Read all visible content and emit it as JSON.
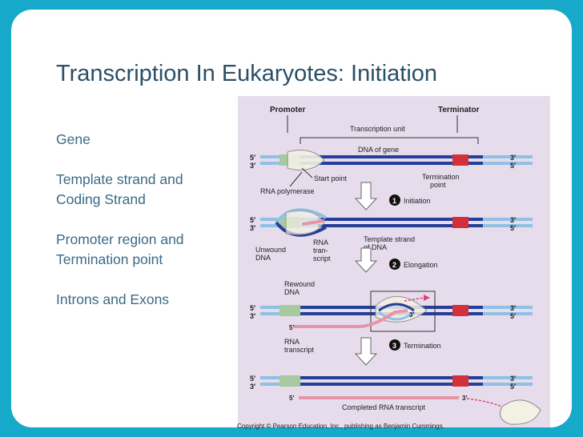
{
  "slide": {
    "title": "Transcription In Eukaryotes: Initiation",
    "bullets": [
      "Gene",
      "Template strand and",
      "Coding Strand",
      "Promoter region and",
      "Termination point",
      "Introns and Exons"
    ]
  },
  "figure": {
    "labels": {
      "promoter": "Promoter",
      "terminator": "Terminator",
      "transcription_unit": "Transcription unit",
      "dna_of_gene": "DNA of gene",
      "start_point": "Start point",
      "termination_point_1": "Termination",
      "termination_point_2": "point",
      "rna_polymerase": "RNA polymerase",
      "template_strand_1": "Template strand",
      "template_strand_2": "of DNA",
      "unwound_1": "Unwound",
      "unwound_2": "DNA",
      "rna_transcript_a1": "RNA",
      "rna_transcript_a2": "tran-",
      "rna_transcript_a3": "script",
      "rewound_1": "Rewound",
      "rewound_2": "DNA",
      "rna_label_1": "RNA",
      "rna_label_2": "transcript",
      "completed": "Completed RNA transcript",
      "five_prime": "5′",
      "three_prime": "3′"
    },
    "steps": [
      {
        "num": "1",
        "label": "Initiation"
      },
      {
        "num": "2",
        "label": "Elongation"
      },
      {
        "num": "3",
        "label": "Termination"
      }
    ],
    "copyright": "Copyright © Pearson Education, Inc., publishing as Benjamin Cummings.",
    "colors": {
      "background": "#e7dcec",
      "dna_dark": "#243f97",
      "dna_light": "#8fc1e6",
      "promoter": "#a7c9a0",
      "terminator": "#d2303a",
      "rna": "#e695a8",
      "polymerase": "#f3f0e4"
    }
  }
}
